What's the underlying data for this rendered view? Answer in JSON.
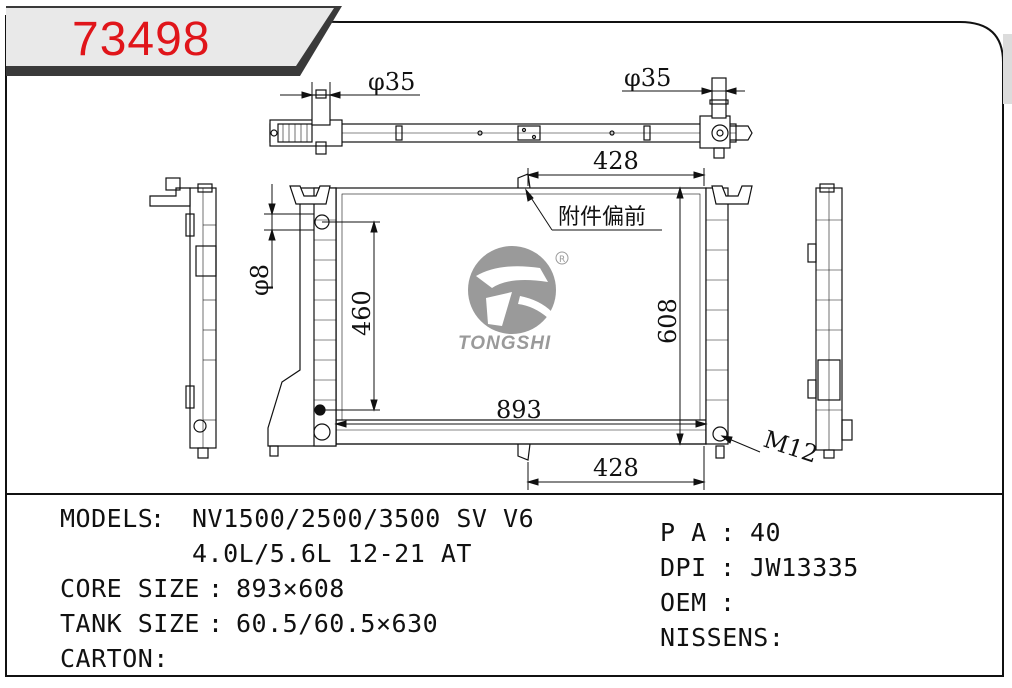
{
  "header": {
    "part_number": "73498"
  },
  "dimensions": {
    "inlet_dia": "φ35",
    "outlet_dia": "φ35",
    "tank_pipe_dia": "φ8",
    "bracket_spacing_top": "428",
    "bracket_spacing_bottom": "428",
    "inner_height": "460",
    "core_height": "608",
    "core_width": "893",
    "drain_thread": "M12",
    "note": "附件偏前"
  },
  "logo": {
    "brand": "TONGSHI",
    "registered": "R"
  },
  "specs": {
    "models_label": "MODELS",
    "models_value_1": "NV1500/2500/3500 SV V6",
    "models_value_2": "4.0L/5.6L 12-21 AT",
    "core_label": "CORE SIZE",
    "core_value": "893×608",
    "tank_label": "TANK SIZE",
    "tank_value": "60.5/60.5×630",
    "carton_label": "CARTON:",
    "pa_label": "P A",
    "pa_value": "40",
    "dpi_label": "DPI",
    "dpi_value": "JW13335",
    "oem_label": "OEM",
    "oem_value": "",
    "nissens_label": "NISSENS:"
  }
}
